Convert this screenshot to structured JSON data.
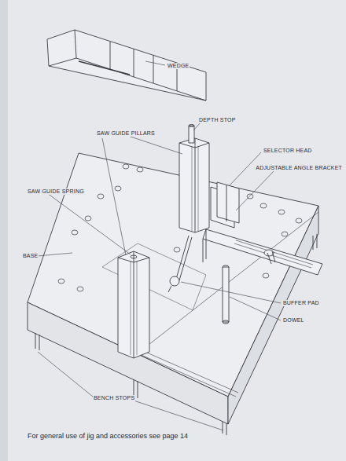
{
  "diagram": {
    "labels": [
      "WEDGE",
      "DEPTH STOP",
      "SAW GUIDE PILLARS",
      "SELECTOR HEAD",
      "ADJUSTABLE ANGLE BRACKET",
      "SAW GUIDE SPRING",
      "BASE",
      "BUFFER PAD",
      "DOWEL",
      "BENCH STOPS",
      "For general use of jig and accessories see page 14"
    ]
  }
}
